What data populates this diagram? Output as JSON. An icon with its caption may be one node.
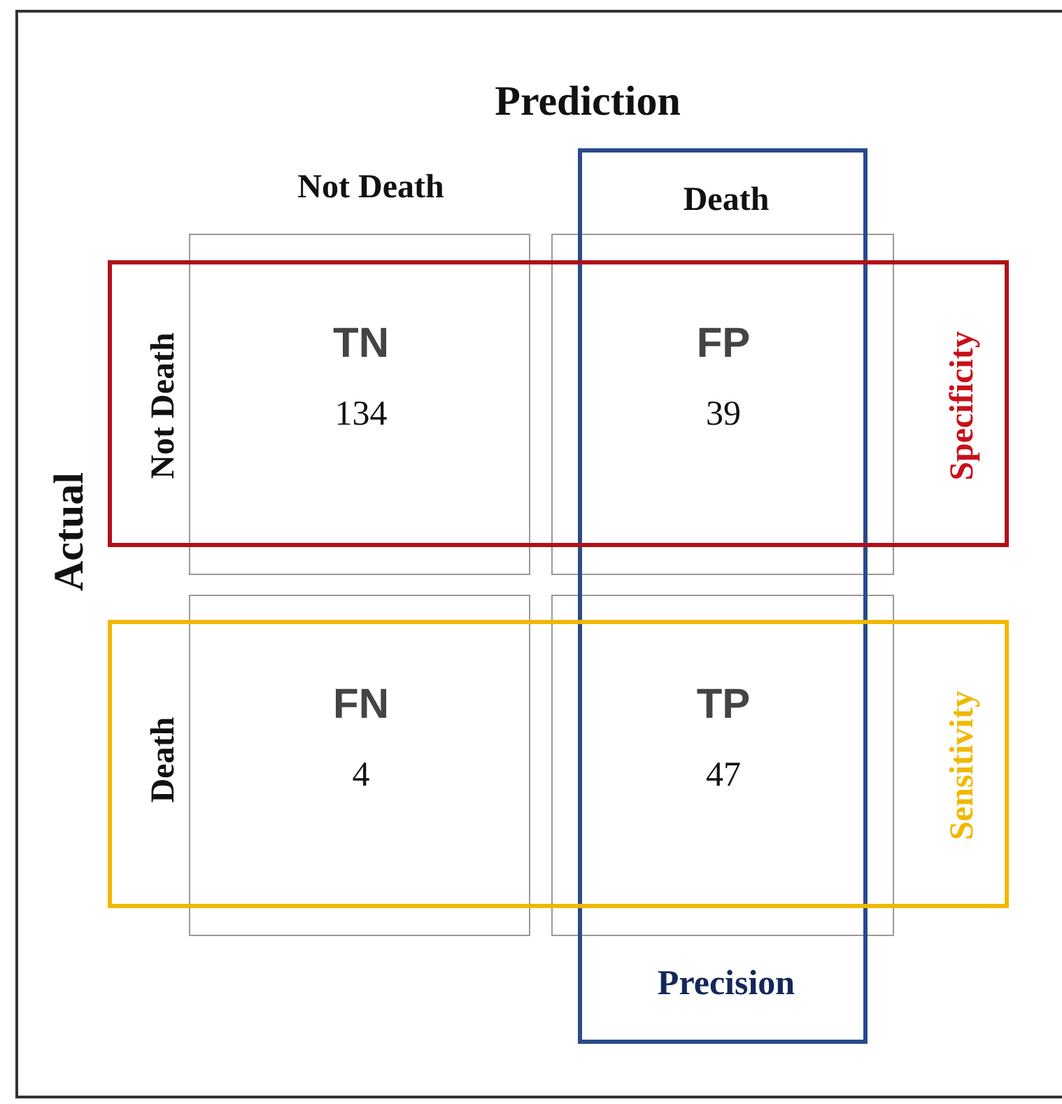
{
  "diagram": {
    "nodes": [
      {
        "text": [
          "Death",
          "Precision"
        ]
      },
      {
        "text": [
          "Not Death",
          "Specificity"
        ]
      },
      {
        "text": [
          "TN",
          "134"
        ]
      },
      {
        "text": [
          "FP",
          "39"
        ]
      },
      {
        "text": [
          "Death",
          "Sensitivity"
        ]
      },
      {
        "text": [
          "FN",
          "4"
        ]
      },
      {
        "text": [
          "TP",
          "47"
        ]
      }
    ],
    "labels": [
      "Prediction",
      "Not Death",
      "Actual"
    ]
  }
}
